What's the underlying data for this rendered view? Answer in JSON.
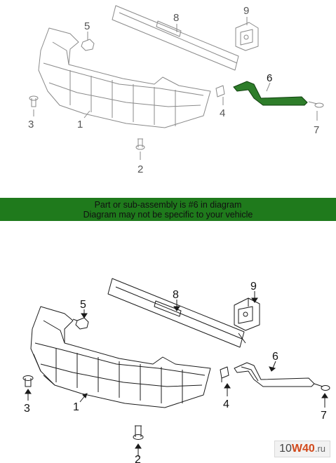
{
  "diagram": {
    "callouts": [
      "1",
      "2",
      "3",
      "4",
      "5",
      "6",
      "7",
      "8",
      "9"
    ]
  },
  "banner": {
    "line1": "Part or sub-assembly is #6 in diagram",
    "line2": "Diagram may not be specific to your vehicle",
    "background": "#1f7a1c"
  },
  "watermark": {
    "part1": "10",
    "part2": "W40",
    "part3": ".ru"
  },
  "colors": {
    "highlight": "#2e7d2a",
    "line_faded": "#8a8a8a",
    "line_dark": "#1a1a1a"
  }
}
